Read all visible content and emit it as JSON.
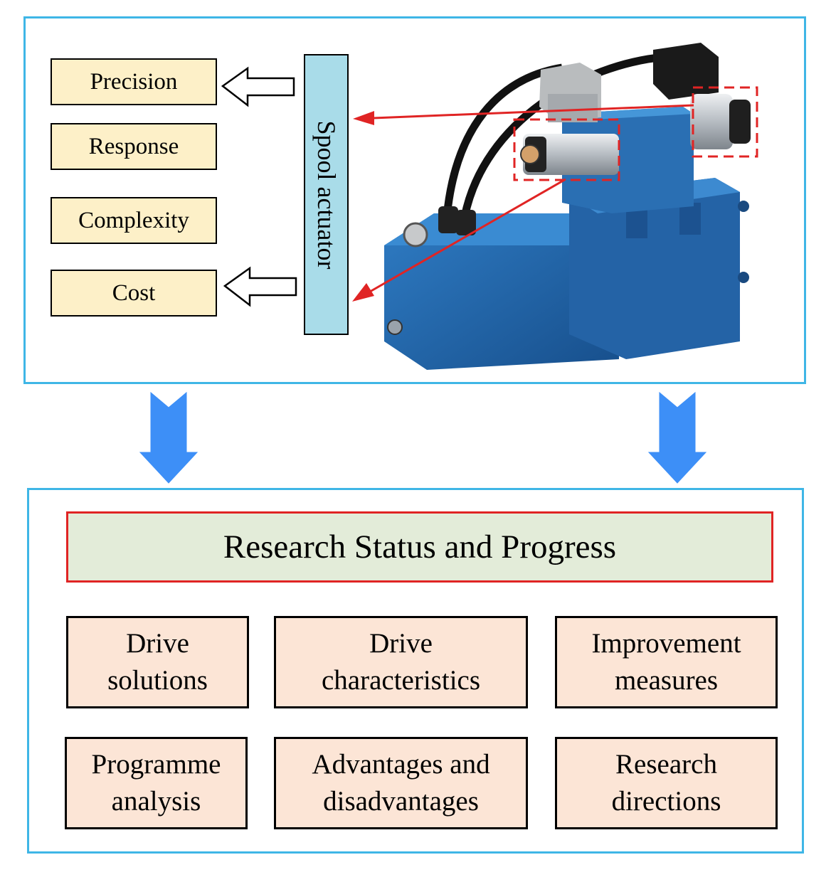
{
  "factors": [
    "Precision",
    "Response",
    "Complexity",
    "Cost"
  ],
  "actuator_label": "Spool actuator",
  "header": "Research Status and Progress",
  "topics": [
    {
      "line1": "Drive",
      "line2": "solutions"
    },
    {
      "line1": "Drive",
      "line2": "characteristics"
    },
    {
      "line1": "Improvement",
      "line2": "measures"
    },
    {
      "line1": "Programme",
      "line2": "analysis"
    },
    {
      "line1": "Advantages and",
      "line2": "disadvantages"
    },
    {
      "line1": "Research",
      "line2": "directions"
    }
  ],
  "colors": {
    "panel_border": "#3fb6e6",
    "factor_fill": "#fdf0c8",
    "actuator_fill": "#a9dce9",
    "header_fill": "#e3ecd9",
    "header_border": "#e02424",
    "topic_fill": "#fce5d6",
    "flow_arrow": "#3d8ff7",
    "pointer": "#e02424",
    "valve_body": "#1f62a8"
  }
}
